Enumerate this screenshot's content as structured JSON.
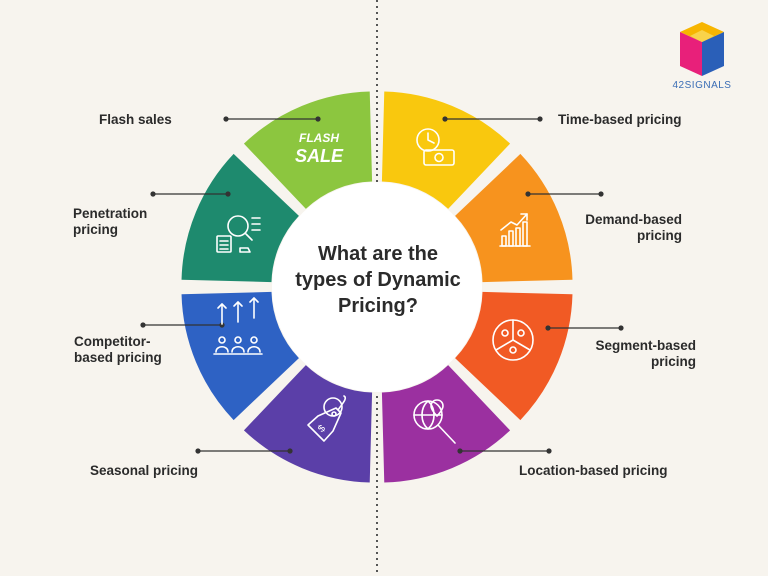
{
  "center": {
    "line1": "What are the",
    "line2": "types of Dynamic",
    "line3": "Pricing?"
  },
  "brand": {
    "name": "42SIGNALS"
  },
  "segments": [
    {
      "name": "flash-sales",
      "label_lines": [
        "Flash sales"
      ],
      "color": "#8cc63f",
      "icon": "flash-sale-icon",
      "icon_text": [
        "FLASH",
        "SALE"
      ]
    },
    {
      "name": "time-based",
      "label_lines": [
        "Time-based pricing"
      ],
      "color": "#f9c80e",
      "icon": "clock-money-icon"
    },
    {
      "name": "demand-based",
      "label_lines": [
        "Demand-based",
        "pricing"
      ],
      "color": "#f7931e",
      "icon": "rising-chart-icon"
    },
    {
      "name": "segment-based",
      "label_lines": [
        "Segment-based",
        "pricing"
      ],
      "color": "#f15a24",
      "icon": "customer-segments-icon"
    },
    {
      "name": "location-based",
      "label_lines": [
        "Location-based pricing"
      ],
      "color": "#9b30a0",
      "icon": "location-search-icon"
    },
    {
      "name": "seasonal",
      "label_lines": [
        "Seasonal pricing"
      ],
      "color": "#5b3fa8",
      "icon": "price-tag-icon"
    },
    {
      "name": "competitor-based",
      "label_lines": [
        "Competitor-",
        "based pricing"
      ],
      "color": "#2e62c4",
      "icon": "competitors-icon"
    },
    {
      "name": "penetration",
      "label_lines": [
        "Penetration",
        "pricing"
      ],
      "color": "#1e8a6e",
      "icon": "data-analysis-icon"
    }
  ]
}
